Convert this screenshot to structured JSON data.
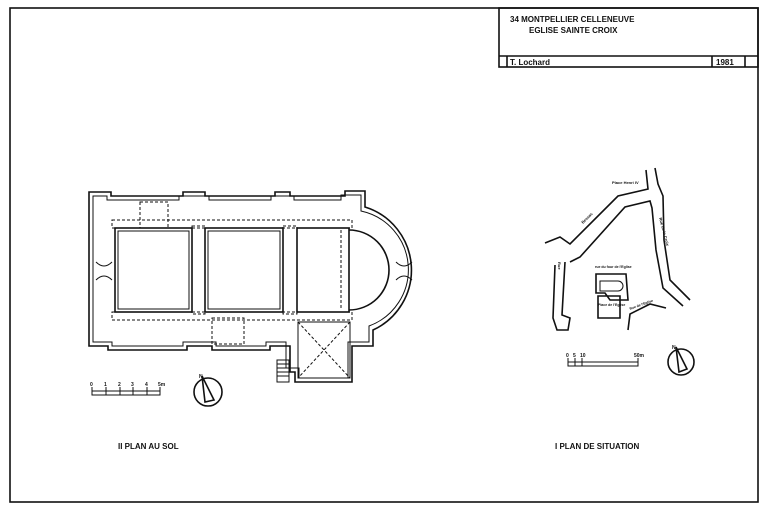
{
  "title_block": {
    "line1": "34  MONTPELLIER   CELLENEUVE",
    "line2": "EGLISE  SAINTE  CROIX",
    "author": "T. Lochard",
    "year": "1981"
  },
  "plan_au_sol": {
    "caption": "II  PLAN  AU  SOL",
    "scale_ticks": [
      "0",
      "1",
      "2",
      "3",
      "4",
      "5m"
    ],
    "north": "N"
  },
  "plan_de_situation": {
    "caption": "I  PLAN  DE  SITUATION",
    "scale_ticks": [
      "0",
      "5",
      "10",
      "50m"
    ],
    "north": "N",
    "labels": {
      "place_henri": "Place Henri IV",
      "bessac": "Bessac",
      "rue_croix": "Rue de la Croix",
      "rue_four": "rue du four de l'Eglise",
      "place_eglise": "Place de l'Eglise",
      "rue_eglise": "Rue de l'Eglise",
      "rue": "Rue"
    }
  }
}
